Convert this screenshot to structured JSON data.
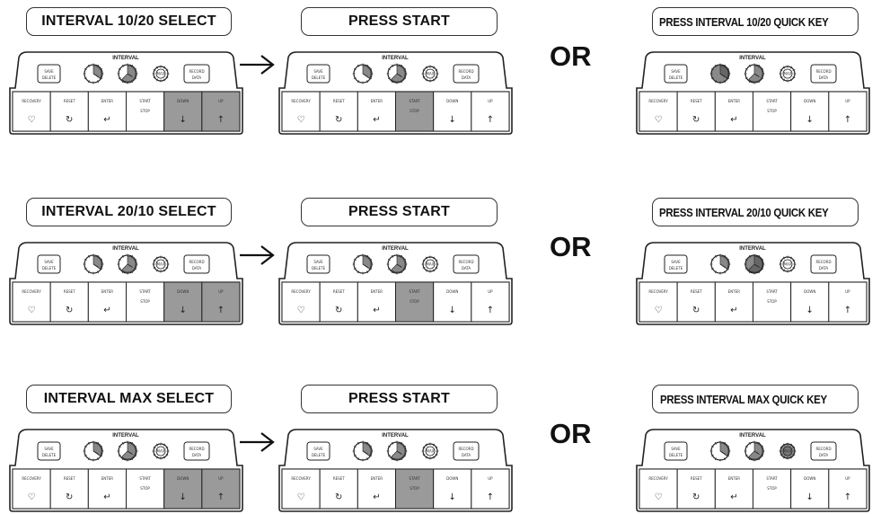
{
  "rows": [
    {
      "select_label": "INTERVAL 10/20  SELECT",
      "start_label": "PRESS START",
      "or_label": "OR",
      "quick_label": "PRESS INTERVAL 10/20 QUICK KEY",
      "quick_active_dial": "interval-10-20"
    },
    {
      "select_label": "INTERVAL 20/10  SELECT",
      "start_label": "PRESS START",
      "or_label": "OR",
      "quick_label": "PRESS INTERVAL 20/10 QUICK KEY",
      "quick_active_dial": "interval-20-10"
    },
    {
      "select_label": "INTERVAL MAX  SELECT",
      "start_label": "PRESS START",
      "or_label": "OR",
      "quick_label": "PRESS INTERVAL MAX QUICK KEY",
      "quick_active_dial": "interval-max"
    }
  ],
  "console": {
    "title": "INTERVAL",
    "save_label": "SAVE / DELETE",
    "record_label": "RECORD DATA",
    "max_label": "MAX",
    "buttons": [
      "RECOVERY",
      "RESET",
      "ENTER",
      "START / STOP",
      "DOWN",
      "UP"
    ],
    "highlight_color": "#9a9a9a"
  }
}
